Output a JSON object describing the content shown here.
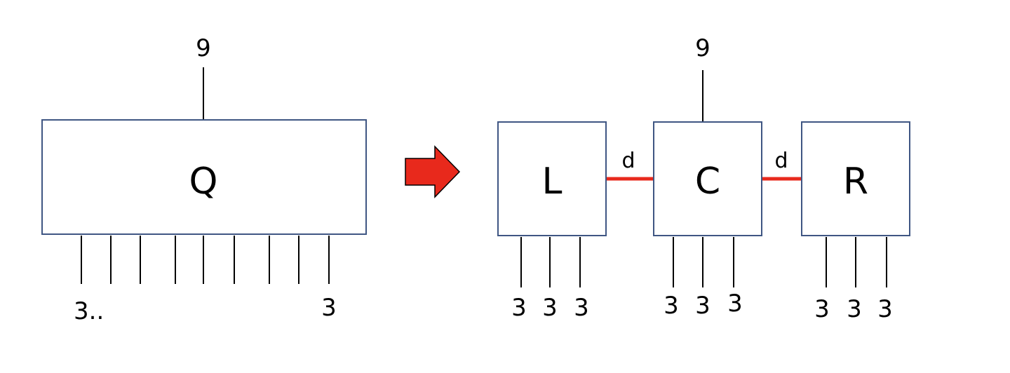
{
  "colors": {
    "box_stroke": "#3f5683",
    "bond": "#e8291c",
    "arrow_fill": "#e8291c",
    "arrow_stroke": "#000000"
  },
  "left": {
    "tensor_label": "Q",
    "top_dim": "9",
    "bottom_first": "3..",
    "bottom_last": "3"
  },
  "arrow_icon": "right-arrow-icon",
  "right": {
    "L": {
      "label": "L",
      "dims": [
        "3",
        "3",
        "3"
      ]
    },
    "C": {
      "label": "C",
      "top_dim": "9",
      "dims": [
        "3",
        "3",
        "3"
      ]
    },
    "R": {
      "label": "R",
      "dims": [
        "3",
        "3",
        "3"
      ]
    },
    "bond_labels": [
      "d",
      "d"
    ]
  }
}
